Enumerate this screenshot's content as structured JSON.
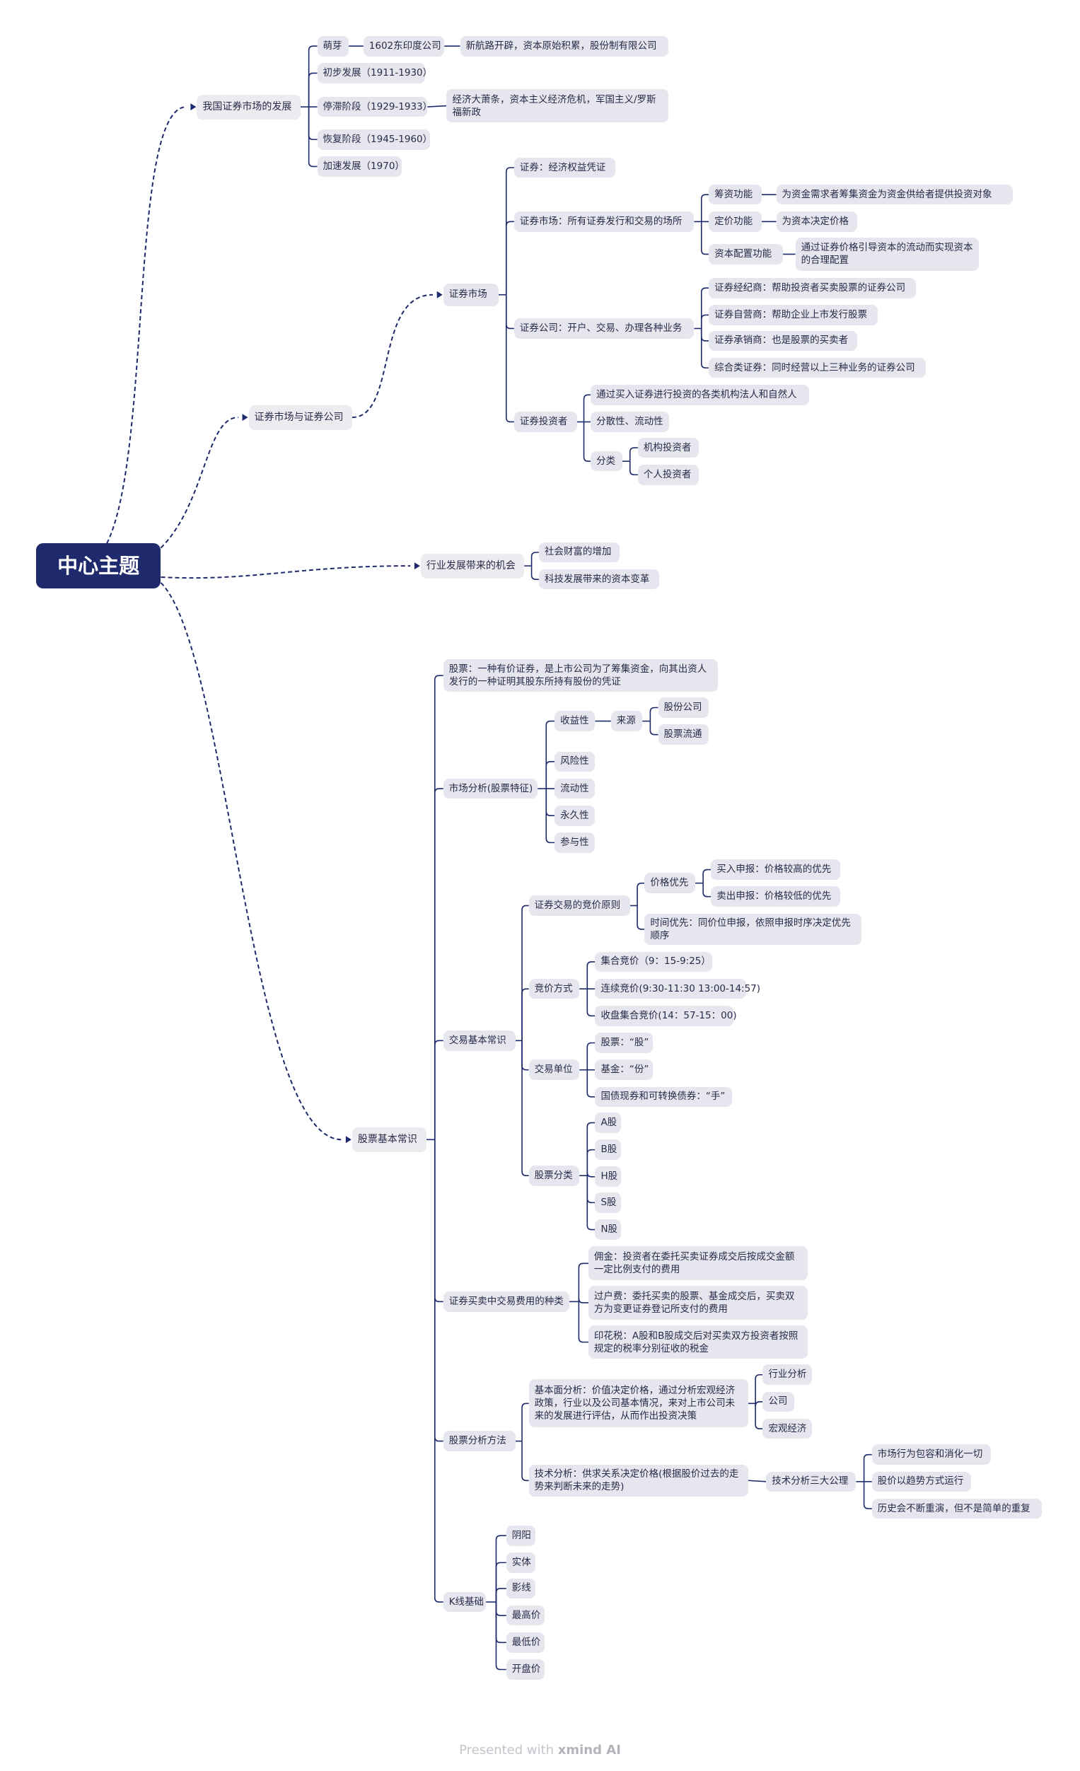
{
  "root": "中心主题",
  "branches": {
    "dev": {
      "title": "我国证券市场的发展",
      "mengya": "萌芽",
      "ei1602": "1602东印度公司",
      "ei_desc": "新航路开辟，资本原始积累，股份制有限公司",
      "chubu": "初步发展（1911-1930）",
      "tingzhi": "停滞阶段（1929-1933）",
      "tingzhi_desc": "经济大萧条，资本主义经济危机，军国主义/罗斯福新政",
      "huifu": "恢复阶段（1945-1960）",
      "jiasu": "加速发展（1970）"
    },
    "market": {
      "title": "证券市场与证券公司",
      "sub": "证券市场",
      "zhengquan": "证券：经济权益凭证",
      "shichang": "证券市场：所有证券发行和交易的场所",
      "chouzi": "筹资功能",
      "chouzi_desc": "为资金需求者筹集资金为资金供给者提供投资对象",
      "dingjia": "定价功能",
      "dingjia_desc": "为资本决定价格",
      "peizhi": "资本配置功能",
      "peizhi_desc": "通过证券价格引导资本的流动而实现资本的合理配置",
      "gongsi": "证券公司：开户、交易、办理各种业务",
      "jingji": "证券经纪商：帮助投资者买卖股票的证券公司",
      "ziying": "证券自营商：帮助企业上市发行股票",
      "chengxiao": "证券承销商：也是股票的买卖者",
      "zonghe": "综合类证券：同时经营以上三种业务的证券公司",
      "touzizhe": "证券投资者",
      "tz_def": "通过买入证券进行投资的各类机构法人和自然人",
      "tz_feature": "分散性、流动性",
      "fenlei": "分类",
      "jigou": "机构投资者",
      "geren": "个人投资者"
    },
    "opp": {
      "title": "行业发展带来的机会",
      "caifu": "社会财富的增加",
      "keji": "科技发展带来的资本变革"
    },
    "stock": {
      "title": "股票基本常识",
      "def": "股票：一种有价证券，是上市公司为了筹集资金，向其出资人发行的一种证明其股东所持有股份的凭证",
      "fenxi": "市场分析(股票特征)",
      "shouyi": "收益性",
      "laiyuan": "来源",
      "gufen": "股份公司",
      "liutong": "股票流通",
      "fengxian": "风险性",
      "liudong": "流动性",
      "yongjiu": "永久性",
      "canyu": "参与性",
      "jiaoyi": "交易基本常识",
      "jingjia_yz": "证券交易的竞价原则",
      "jiage": "价格优先",
      "mairu": "买入申报：价格较高的优先",
      "maichu": "卖出申报：价格较低的优先",
      "shijian": "时间优先：同价位申报，依照申报时序决定优先顺序",
      "jingjia_fs": "竞价方式",
      "jihe": "集合竞价（9：15-9:25）",
      "lianxu": "连续竞价(9:30-11:30  13:00-14:57)",
      "shoupan": "收盘集合竞价(14：57-15：00)",
      "danwei": "交易单位",
      "gu": "股票：“股”",
      "fen": "基金：“份”",
      "shou": "国债现券和可转换债券：“手”",
      "fenlei": "股票分类",
      "a": "A股",
      "b": "B股",
      "h": "H股",
      "s": "S股",
      "n": "N股",
      "feiyong": "证券买卖中交易费用的种类",
      "yongjin": "佣金：投资者在委托买卖证券成交后按成交金额一定比例支付的费用",
      "guohu": "过户费：委托买卖的股票、基金成交后，买卖双方为变更证券登记所支付的费用",
      "yinhua": "印花税：A股和B股成交后对买卖双方投资者按照规定的税率分别征收的税金",
      "fangfa": "股票分析方法",
      "jiben": "基本面分析：价值决定价格，通过分析宏观经济政策，行业以及公司基本情况，来对上市公司未来的发展进行评估，从而作出投资决策",
      "hangye": "行业分析",
      "gongsi2": "公司",
      "hongguan": "宏观经济",
      "jishu": "技术分析：供求关系决定价格(根据股价过去的走势来判断未来的走势)",
      "sanda": "技术分析三大公理",
      "gl1": "市场行为包容和消化一切",
      "gl2": "股价以趋势方式运行",
      "gl3": "历史会不断重演，但不是简单的重复",
      "kxian": "K线基础",
      "yinyang": "阴阳",
      "shiti": "实体",
      "yingxian": "影线",
      "zuigao": "最高价",
      "zuidi": "最低价",
      "kaipan": "开盘价"
    }
  },
  "footer": {
    "prefix": "Presented with ",
    "brand": "xmind AI"
  },
  "colors": {
    "root_bg": "#1e2a6b",
    "line": "#1e2a6b",
    "node_bg": "#e6e6ee"
  }
}
